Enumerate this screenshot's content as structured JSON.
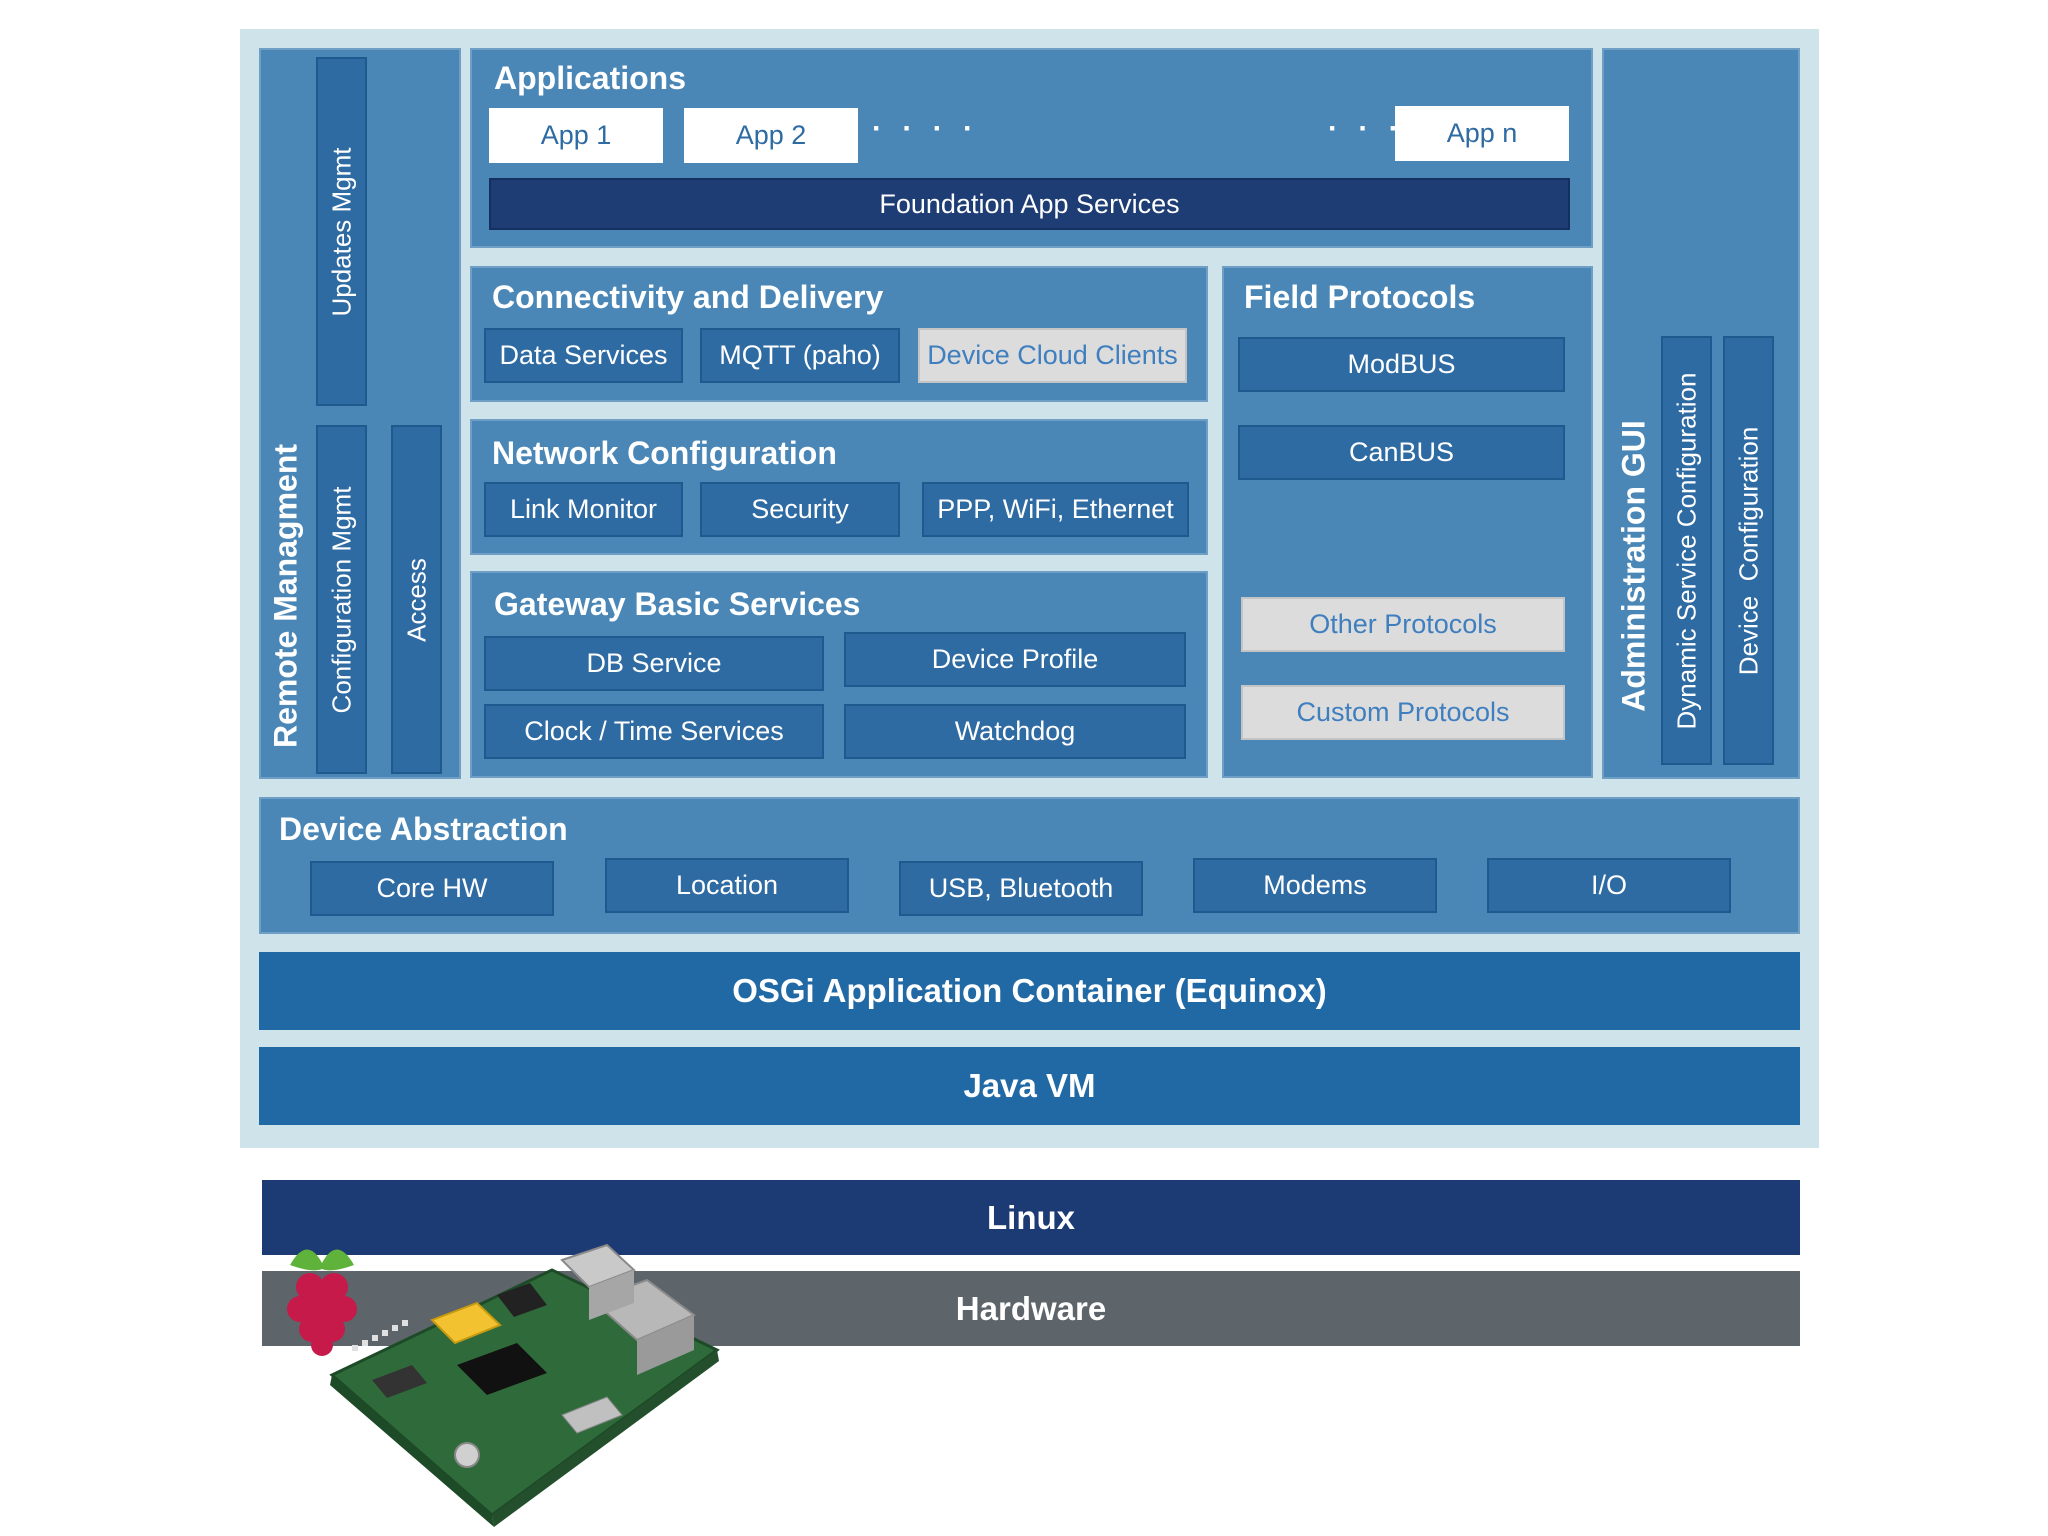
{
  "applications": {
    "title": "Applications",
    "apps": [
      "App 1",
      "App 2",
      "App n"
    ],
    "ellipsis_left": "· · · ·",
    "ellipsis_right": "· · ·",
    "foundation": "Foundation App Services"
  },
  "remote_management": {
    "title": "Remote Managment",
    "updates": "Updates Mgmt",
    "configuration": "Configuration Mgmt",
    "access": "Access"
  },
  "connectivity": {
    "title": "Connectivity and Delivery",
    "items": [
      "Data Services",
      "MQTT (paho)",
      "Device Cloud Clients"
    ]
  },
  "network": {
    "title": "Network Configuration",
    "items": [
      "Link Monitor",
      "Security",
      "PPP, WiFi, Ethernet"
    ]
  },
  "gateway": {
    "title": "Gateway Basic Services",
    "items": [
      "DB Service",
      "Device Profile",
      "Clock / Time Services",
      "Watchdog"
    ]
  },
  "field_protocols": {
    "title": "Field Protocols",
    "items": [
      "ModBUS",
      "CanBUS",
      "Other Protocols",
      "Custom Protocols"
    ]
  },
  "administration": {
    "title": "Administration GUI",
    "dynamic": "Dynamic Service Configuration",
    "device": "Device  Configuration"
  },
  "device_abstraction": {
    "title": "Device Abstraction",
    "items": [
      "Core HW",
      "Location",
      "USB, Bluetooth",
      "Modems",
      "I/O"
    ]
  },
  "layers": {
    "osgi": "OSGi Application Container (Equinox)",
    "jvm": "Java VM",
    "linux": "Linux",
    "hardware": "Hardware"
  },
  "colors": {
    "panel": "#4a87b7",
    "box": "#2f6ba3",
    "dark_box": "#1f3d75",
    "linux": "#1c3a73",
    "hardware": "#5d646a",
    "outer": "#cfe3ea"
  }
}
